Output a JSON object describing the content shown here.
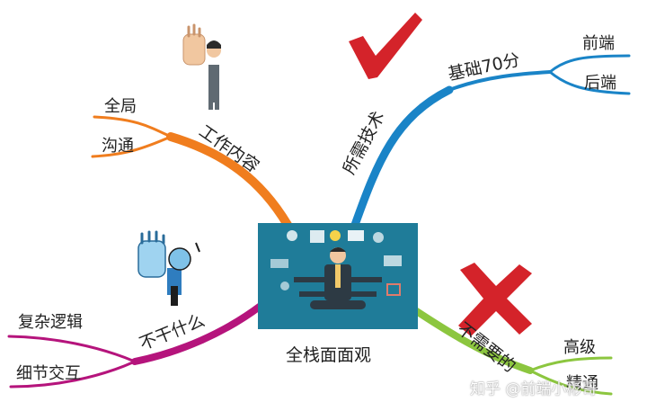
{
  "center": {
    "label": "全栈面面观"
  },
  "branches": {
    "work": {
      "label": "工作内容",
      "color": "#f07d1e",
      "children": [
        "全局",
        "沟通"
      ]
    },
    "skills": {
      "label": "所需技术",
      "color": "#1a84c7",
      "sub": "基础70分",
      "children": [
        "前端",
        "后端"
      ]
    },
    "dont_do": {
      "label": "不干什么",
      "color": "#b5147c",
      "children": [
        "复杂逻辑",
        "细节交互"
      ]
    },
    "not_needed": {
      "label": "不需要的",
      "color": "#8cc63f",
      "children": [
        "高级",
        "精通"
      ]
    }
  },
  "watermark": "知乎 @前端小彬哥",
  "icons": [
    "ok-hand-person-icon",
    "check-mark-icon",
    "cross-mark-icon",
    "stop-hand-person-icon",
    "multitasking-person-icon"
  ]
}
